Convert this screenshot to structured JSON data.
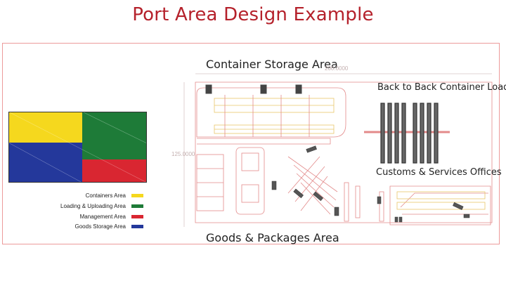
{
  "title": "Port Area Design Example",
  "areas": {
    "container_storage": "Container Storage Area",
    "goods_packages": "Goods & Packages Area",
    "back_to_back": "Back to Back Container Loading",
    "customs": "Customs & Services Offices"
  },
  "dimensions": {
    "width": "200.0000",
    "height": "125.0000"
  },
  "legend": [
    {
      "label": "Containers Area",
      "color": "#f5d81e"
    },
    {
      "label": "Loading & Uploading Area",
      "color": "#1e7b38"
    },
    {
      "label": "Management Area",
      "color": "#d92631"
    },
    {
      "label": "Goods Storage Area",
      "color": "#24389b"
    }
  ]
}
